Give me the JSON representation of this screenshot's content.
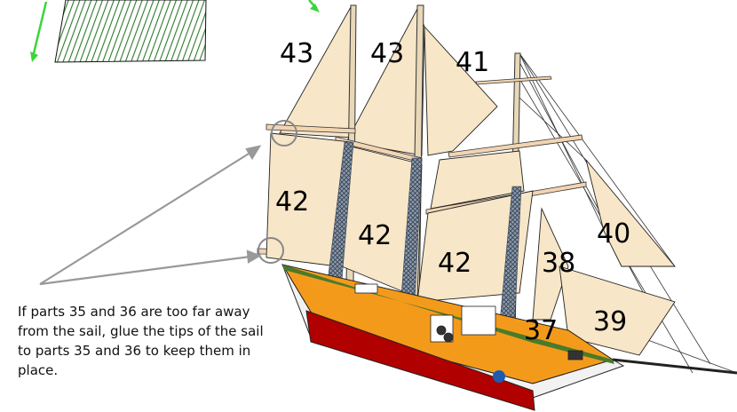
{
  "instruction": "If parts 35 and 36 are too far away from the sail, glue the tips of the sail to parts 35 and 36 to keep them in place.",
  "sail_labels": {
    "fore_top": "43",
    "main_top": "43",
    "mizzen_top": "41",
    "fore_low": "42",
    "main_low": "42",
    "mizzen_low": "42",
    "jib_outer": "40",
    "jib_mid": "38",
    "jib_lower": "39",
    "staysail": "37"
  },
  "colors": {
    "sail": "#f7e6c7",
    "hull_red": "#b00000",
    "deck_orange": "#f49a1b",
    "hull_green": "#4a7a2a",
    "arrow_green": "#3bd43b",
    "mast_blue": "#3c4a70"
  }
}
